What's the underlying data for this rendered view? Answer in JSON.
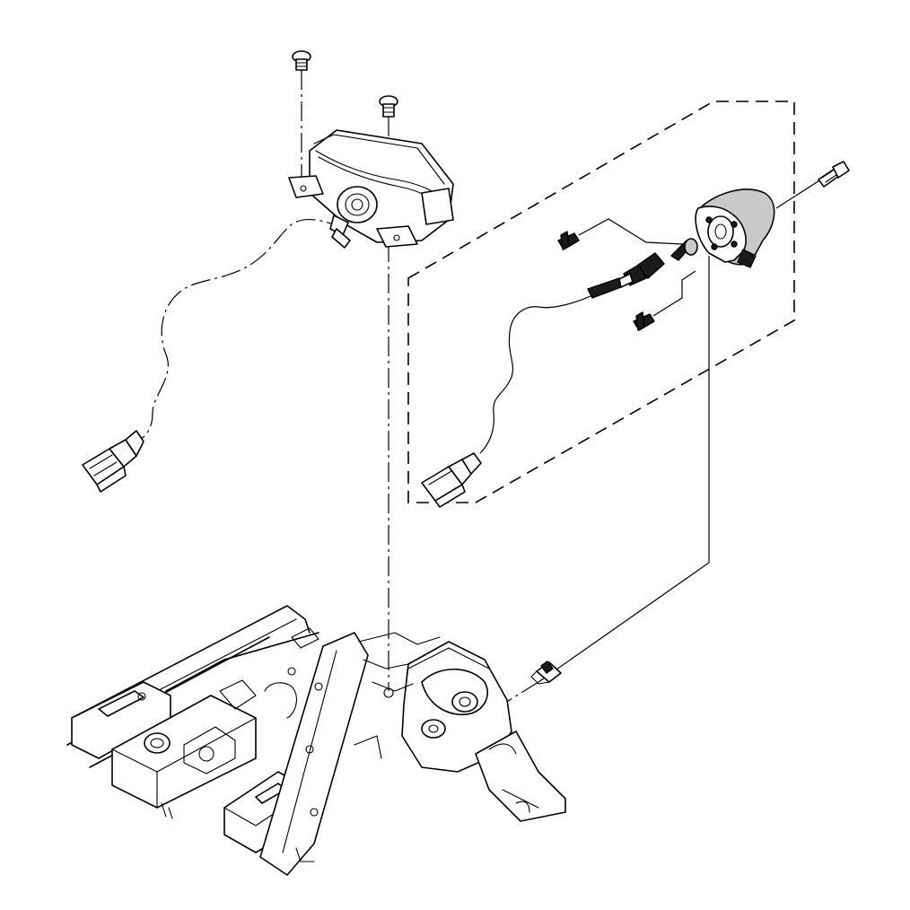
{
  "diagram": {
    "parts": [
      {
        "id": "screw-upper-left",
        "icon": "screw-icon"
      },
      {
        "id": "screw-upper-center",
        "icon": "screw-icon"
      },
      {
        "id": "lamp-housing",
        "icon": "lamp-assembly-icon"
      },
      {
        "id": "lamp-harness-connector",
        "icon": "connector-icon"
      },
      {
        "id": "bolt-right",
        "icon": "bolt-icon"
      },
      {
        "id": "lamp-socket-cover",
        "icon": "socket-cover-icon"
      },
      {
        "id": "clip-upper",
        "icon": "clip-icon"
      },
      {
        "id": "clip-lower",
        "icon": "clip-icon"
      },
      {
        "id": "bulb",
        "icon": "bulb-icon"
      },
      {
        "id": "socket-with-harness",
        "icon": "socket-icon"
      },
      {
        "id": "socket-harness-connector",
        "icon": "connector-icon"
      },
      {
        "id": "grommet",
        "icon": "grommet-icon"
      },
      {
        "id": "vehicle-frame",
        "icon": "frame-icon"
      }
    ]
  }
}
